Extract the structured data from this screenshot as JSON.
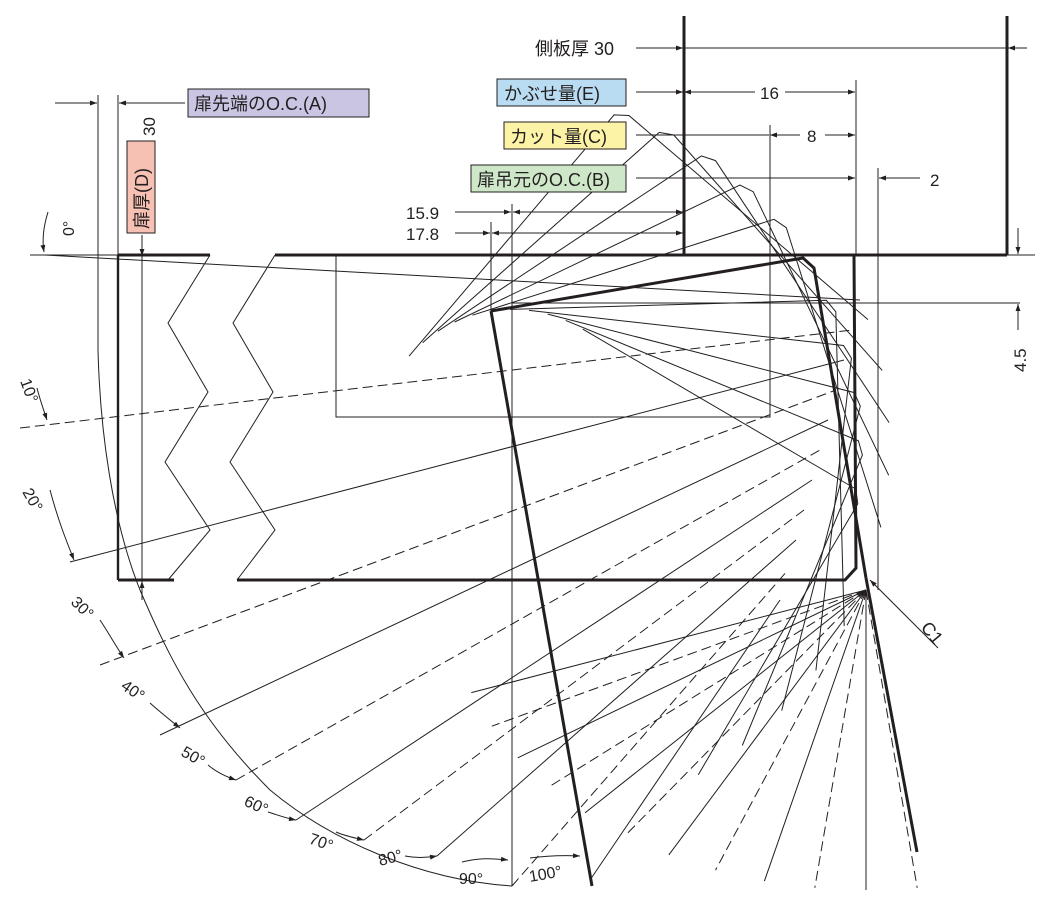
{
  "labels": {
    "side_panel": "側板厚 30",
    "overlay_e": "かぶせ量(E)",
    "cut_c": "カット量(C)",
    "hinge_oc_b": "扉吊元のO.C.(B)",
    "tip_oc_a": "扉先端のO.C.(A)",
    "door_thickness_d": "扉厚(D)",
    "chamfer": "C1"
  },
  "dimensions": {
    "overlay_value": "16",
    "cut_value": "8",
    "hinge_oc_value": "2",
    "tip_oc_value": "15.9",
    "tip_oc_value_2": "17.8",
    "door_thickness_value": "30",
    "hinge_offset_value": "4.5"
  },
  "angles": [
    "0°",
    "10°",
    "20°",
    "30°",
    "40°",
    "50°",
    "60°",
    "70°",
    "80°",
    "90°",
    "100°"
  ],
  "colors": {
    "overlay_bg": "#b9dcf2",
    "cut_bg": "#fdf3a6",
    "hinge_bg": "#cfe7c9",
    "tip_bg": "#c9c5e2",
    "thickness_bg": "#f6c0b2",
    "line": "#231f20"
  }
}
